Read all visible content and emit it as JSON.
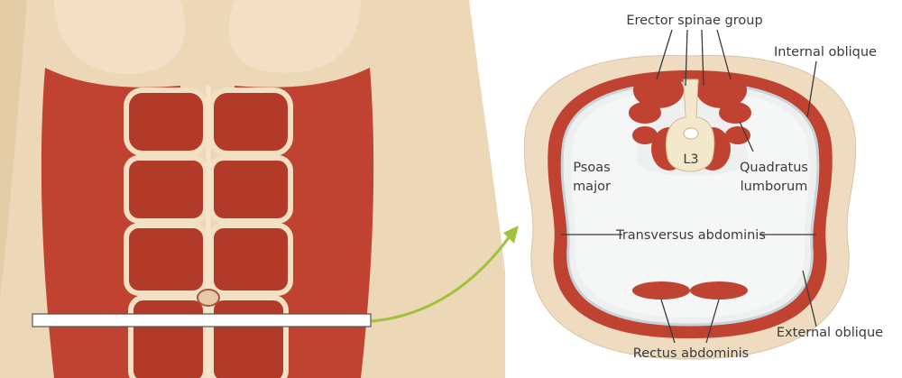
{
  "labels": {
    "erector_spinae": "Erector spinae group",
    "internal_oblique": "Internal oblique",
    "psoas_1": "Psoas",
    "psoas_2": "major",
    "vertebra": "L3",
    "quadratus_1": "Quadratus",
    "quadratus_2": "lumborum",
    "transversus": "Transversus abdominis",
    "external_oblique": "External oblique",
    "rectus": "Rectus abdominis"
  },
  "colors": {
    "skin": "#ecd8b6",
    "muscle": "#bf4330",
    "fat": "#efdcc0",
    "cavity": "#f5f6f6",
    "arrow": "#9fc23a"
  }
}
